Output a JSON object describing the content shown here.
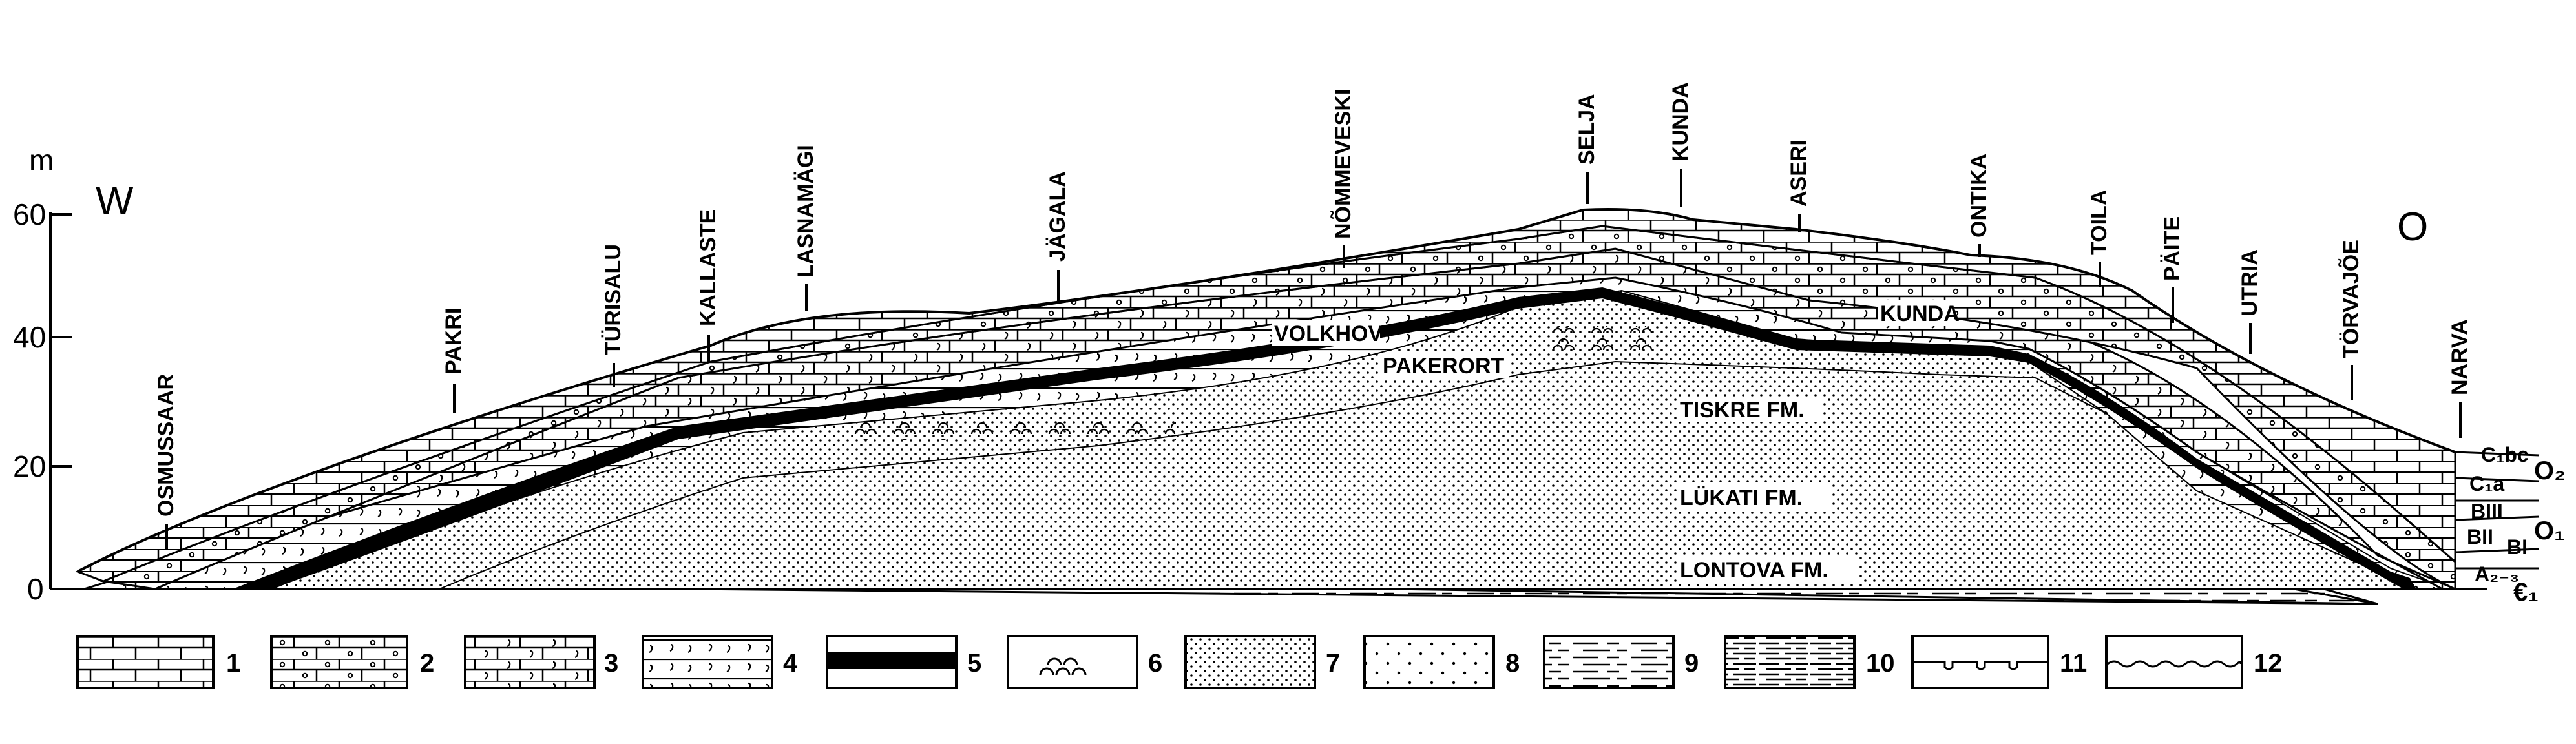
{
  "axis": {
    "unit": "m",
    "ticks": [
      "60",
      "40",
      "20",
      "0"
    ]
  },
  "directions": {
    "west": "W",
    "east": "O"
  },
  "localities": [
    "OSMUSSAAR",
    "PAKRI",
    "TÜRISALU",
    "KALLASTE",
    "LASNAMÄGI",
    "JÄGALA",
    "NÕMMEVESKI",
    "SELJA",
    "KUNDA",
    "ASERI",
    "ONTIKA",
    "TOILA",
    "PÄITE",
    "UTRIA",
    "TÖRVAJÕE",
    "NARVA"
  ],
  "formations": {
    "volkhov": "VOLKHOV",
    "kunda": "KUNDA",
    "pakerort": "PAKERORT",
    "tiskre": "TISKRE FM.",
    "lukati": "LÜKATI FM.",
    "lontova": "LONTOVA FM."
  },
  "strat_labels": {
    "c1bc": "C₁bc",
    "c1a": "C₁a",
    "biii": "BIII",
    "bii": "BII",
    "bi": "BI",
    "a23": "A₂₋₃"
  },
  "series_labels": {
    "o2": "O₂",
    "o1": "O₁",
    "e1": "€₁"
  },
  "legend": [
    "1",
    "2",
    "3",
    "4",
    "5",
    "6",
    "7",
    "8",
    "9",
    "10",
    "11",
    "12"
  ]
}
